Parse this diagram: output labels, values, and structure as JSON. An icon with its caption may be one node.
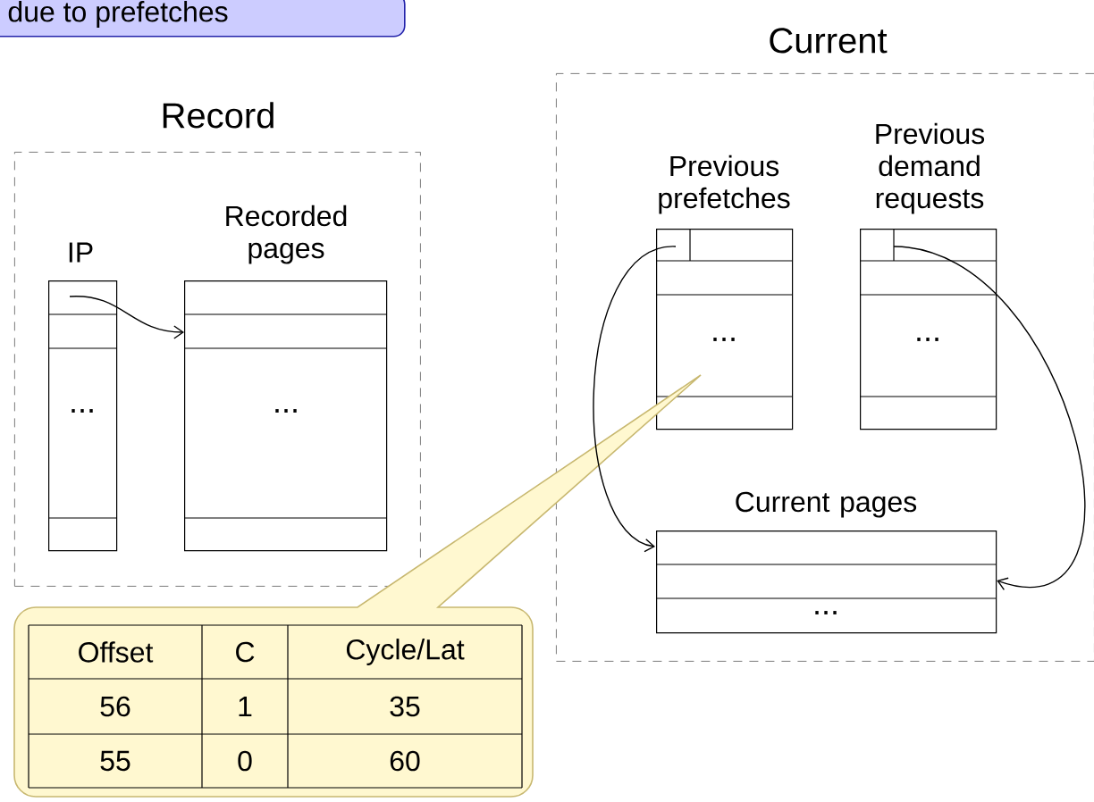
{
  "diagram": {
    "nodes": [
      {
        "text": [
          "due to prefetches"
        ]
      },
      {
        "text": [
          "Record"
        ]
      },
      {
        "text": [
          "IP",
          "..."
        ],
        "in": 1
      },
      {
        "text": [
          "Recorded pages",
          "..."
        ],
        "in": 1
      },
      {
        "text": [
          "Current"
        ]
      },
      {
        "text": [
          "Previous prefetches",
          "..."
        ],
        "in": 4
      },
      {
        "text": [
          "Previous demand requests",
          "..."
        ],
        "in": 4
      },
      {
        "text": [
          "Current pages",
          "..."
        ],
        "in": 4
      }
    ],
    "edges": [
      {
        "from": 2,
        "to": 3,
        "arrow": "to"
      },
      {
        "from": 5,
        "to": 7,
        "arrow": "to"
      },
      {
        "from": 6,
        "to": 7,
        "arrow": "to"
      }
    ],
    "labels": [
      "Offset",
      "C",
      "Cycle/Lat",
      "56",
      "1",
      "35",
      "55",
      "0",
      "60"
    ]
  }
}
